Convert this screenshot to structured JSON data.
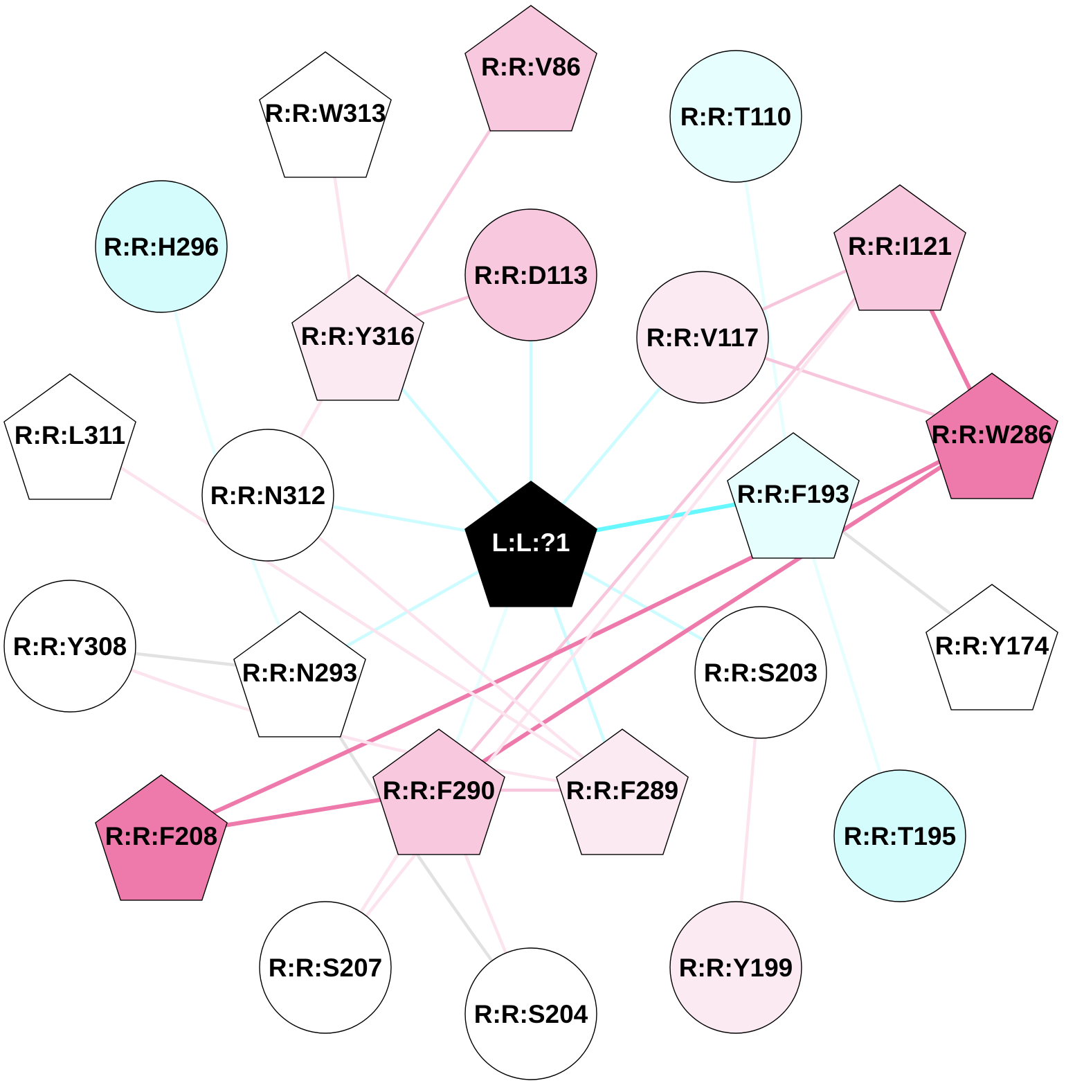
{
  "colors": {
    "cyan_strong": "#66f7ff",
    "cyan": "#ccfcff",
    "cyan_light": "#e6fefe",
    "cyan_node": "#d4fcfc",
    "pink_strong": "#ee7aab",
    "pink": "#f7c6dc",
    "pink_light": "#fce4ef",
    "pink_node": "#f8c8de",
    "pink_light_node": "#fbeaf2",
    "gray": "#e2e2e2",
    "white": "#ffffff",
    "black": "#000000"
  },
  "nodes": [
    {
      "id": "L:L:?1",
      "label": "L:L:?1",
      "shape": "pentagon",
      "fill": "black",
      "text": "white"
    },
    {
      "id": "R:R:V86",
      "label": "R:R:V86",
      "shape": "pentagon",
      "fill": "pink_node",
      "text": "black"
    },
    {
      "id": "R:R:W313",
      "label": "R:R:W313",
      "shape": "pentagon",
      "fill": "white",
      "text": "black"
    },
    {
      "id": "R:R:T110",
      "label": "R:R:T110",
      "shape": "circle",
      "fill": "cyan_light",
      "text": "black"
    },
    {
      "id": "R:R:H296",
      "label": "R:R:H296",
      "shape": "circle",
      "fill": "cyan_node",
      "text": "black"
    },
    {
      "id": "R:R:I121",
      "label": "R:R:I121",
      "shape": "pentagon",
      "fill": "pink_node",
      "text": "black"
    },
    {
      "id": "R:R:D113",
      "label": "R:R:D113",
      "shape": "circle",
      "fill": "pink_node",
      "text": "black"
    },
    {
      "id": "R:R:Y316",
      "label": "R:R:Y316",
      "shape": "pentagon",
      "fill": "pink_light_node",
      "text": "black"
    },
    {
      "id": "R:R:V117",
      "label": "R:R:V117",
      "shape": "circle",
      "fill": "pink_light_node",
      "text": "black"
    },
    {
      "id": "R:R:W286",
      "label": "R:R:W286",
      "shape": "pentagon",
      "fill": "pink_strong",
      "text": "black"
    },
    {
      "id": "R:R:L311",
      "label": "R:R:L311",
      "shape": "pentagon",
      "fill": "white",
      "text": "black"
    },
    {
      "id": "R:R:N312",
      "label": "R:R:N312",
      "shape": "circle",
      "fill": "white",
      "text": "black"
    },
    {
      "id": "R:R:F193",
      "label": "R:R:F193",
      "shape": "pentagon",
      "fill": "cyan_light",
      "text": "black"
    },
    {
      "id": "R:R:Y308",
      "label": "R:R:Y308",
      "shape": "circle",
      "fill": "white",
      "text": "black"
    },
    {
      "id": "R:R:N293",
      "label": "R:R:N293",
      "shape": "pentagon",
      "fill": "white",
      "text": "black"
    },
    {
      "id": "R:R:S203",
      "label": "R:R:S203",
      "shape": "circle",
      "fill": "white",
      "text": "black"
    },
    {
      "id": "R:R:Y174",
      "label": "R:R:Y174",
      "shape": "pentagon",
      "fill": "white",
      "text": "black"
    },
    {
      "id": "R:R:F290",
      "label": "R:R:F290",
      "shape": "pentagon",
      "fill": "pink_node",
      "text": "black"
    },
    {
      "id": "R:R:F289",
      "label": "R:R:F289",
      "shape": "pentagon",
      "fill": "pink_light_node",
      "text": "black"
    },
    {
      "id": "R:R:F208",
      "label": "R:R:F208",
      "shape": "pentagon",
      "fill": "pink_strong",
      "text": "black"
    },
    {
      "id": "R:R:T195",
      "label": "R:R:T195",
      "shape": "circle",
      "fill": "cyan_node",
      "text": "black"
    },
    {
      "id": "R:R:S207",
      "label": "R:R:S207",
      "shape": "circle",
      "fill": "white",
      "text": "black"
    },
    {
      "id": "R:R:S204",
      "label": "R:R:S204",
      "shape": "circle",
      "fill": "white",
      "text": "black"
    },
    {
      "id": "R:R:Y199",
      "label": "R:R:Y199",
      "shape": "circle",
      "fill": "pink_light_node",
      "text": "black"
    }
  ],
  "edges": [
    {
      "from": "L:L:?1",
      "to": "R:R:F193",
      "color": "cyan_strong",
      "weight": "heavy"
    },
    {
      "from": "L:L:?1",
      "to": "R:R:Y316",
      "color": "cyan",
      "weight": "normal"
    },
    {
      "from": "L:L:?1",
      "to": "R:R:D113",
      "color": "cyan",
      "weight": "normal"
    },
    {
      "from": "L:L:?1",
      "to": "R:R:V117",
      "color": "cyan",
      "weight": "normal"
    },
    {
      "from": "L:L:?1",
      "to": "R:R:N312",
      "color": "cyan",
      "weight": "normal"
    },
    {
      "from": "L:L:?1",
      "to": "R:R:N293",
      "color": "cyan",
      "weight": "normal"
    },
    {
      "from": "L:L:?1",
      "to": "R:R:S203",
      "color": "cyan",
      "weight": "normal"
    },
    {
      "from": "L:L:?1",
      "to": "R:R:F289",
      "color": "cyan",
      "weight": "normal"
    },
    {
      "from": "L:L:?1",
      "to": "R:R:F290",
      "color": "cyan_light",
      "weight": "normal"
    },
    {
      "from": "R:R:H296",
      "to": "R:R:N293",
      "color": "cyan_light",
      "weight": "normal"
    },
    {
      "from": "R:R:T110",
      "to": "R:R:F193",
      "color": "cyan_light",
      "weight": "normal"
    },
    {
      "from": "R:R:F193",
      "to": "R:R:T195",
      "color": "cyan_light",
      "weight": "normal"
    },
    {
      "from": "R:R:F193",
      "to": "R:R:Y174",
      "color": "gray",
      "weight": "normal"
    },
    {
      "from": "R:R:Y308",
      "to": "R:R:N293",
      "color": "gray",
      "weight": "normal"
    },
    {
      "from": "R:R:N293",
      "to": "R:R:S204",
      "color": "gray",
      "weight": "normal"
    },
    {
      "from": "R:R:V86",
      "to": "R:R:Y316",
      "color": "pink",
      "weight": "normal"
    },
    {
      "from": "R:R:W313",
      "to": "R:R:Y316",
      "color": "pink_light",
      "weight": "normal"
    },
    {
      "from": "R:R:Y316",
      "to": "R:R:D113",
      "color": "pink",
      "weight": "normal"
    },
    {
      "from": "R:R:Y316",
      "to": "R:R:N312",
      "color": "pink_light",
      "weight": "normal"
    },
    {
      "from": "R:R:V117",
      "to": "R:R:I121",
      "color": "pink",
      "weight": "normal"
    },
    {
      "from": "R:R:V117",
      "to": "R:R:W286",
      "color": "pink",
      "weight": "normal"
    },
    {
      "from": "R:R:I121",
      "to": "R:R:W286",
      "color": "pink_strong",
      "weight": "heavy"
    },
    {
      "from": "R:R:I121",
      "to": "R:R:F290",
      "color": "pink",
      "weight": "normal"
    },
    {
      "from": "R:R:W286",
      "to": "R:R:F208",
      "color": "pink_strong",
      "weight": "heavy"
    },
    {
      "from": "R:R:W286",
      "to": "R:R:F290",
      "color": "pink_strong",
      "weight": "heavy"
    },
    {
      "from": "R:R:F208",
      "to": "R:R:F290",
      "color": "pink_strong",
      "weight": "heavy"
    },
    {
      "from": "R:R:F290",
      "to": "R:R:F289",
      "color": "pink",
      "weight": "normal"
    },
    {
      "from": "R:R:L311",
      "to": "R:R:F289",
      "color": "pink_light",
      "weight": "normal"
    },
    {
      "from": "R:R:N312",
      "to": "R:R:F289",
      "color": "pink_light",
      "weight": "normal"
    },
    {
      "from": "R:R:Y308",
      "to": "R:R:F289",
      "color": "pink_light",
      "weight": "normal"
    },
    {
      "from": "R:R:F290",
      "to": "R:R:S207",
      "color": "pink_light",
      "weight": "normal"
    },
    {
      "from": "R:R:F290",
      "to": "R:R:S204",
      "color": "pink_light",
      "weight": "normal"
    },
    {
      "from": "R:R:S203",
      "to": "R:R:Y199",
      "color": "pink_light",
      "weight": "normal"
    },
    {
      "from": "R:R:S207",
      "to": "R:R:I121",
      "color": "pink_light",
      "weight": "normal"
    }
  ]
}
